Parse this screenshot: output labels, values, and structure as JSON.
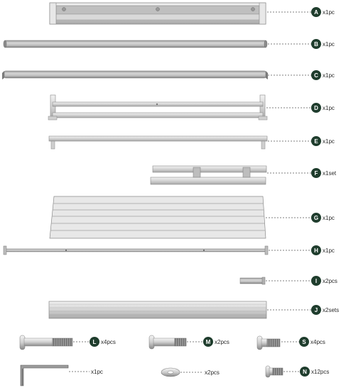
{
  "parts": [
    {
      "id": "A",
      "letter": "A",
      "qty": "x1pc"
    },
    {
      "id": "B",
      "letter": "B",
      "qty": "x1pc"
    },
    {
      "id": "C",
      "letter": "C",
      "qty": "x1pc"
    },
    {
      "id": "D",
      "letter": "D",
      "qty": "x1pc"
    },
    {
      "id": "E",
      "letter": "E",
      "qty": "x1pc"
    },
    {
      "id": "F",
      "letter": "F",
      "qty": "x1set"
    },
    {
      "id": "G",
      "letter": "G",
      "qty": "x1pc"
    },
    {
      "id": "H",
      "letter": "H",
      "qty": "x1pc"
    },
    {
      "id": "I",
      "letter": "I",
      "qty": "x2pcs"
    },
    {
      "id": "J",
      "letter": "J",
      "qty": "x2sets"
    }
  ],
  "hardware": [
    {
      "id": "L",
      "letter": "L",
      "qty": "x4pcs"
    },
    {
      "id": "M",
      "letter": "M",
      "qty": "x2pcs"
    },
    {
      "id": "S",
      "letter": "S",
      "qty": "x4pcs"
    },
    {
      "id": "wrench",
      "letter": "",
      "qty": "x1pc"
    },
    {
      "id": "washer",
      "letter": "",
      "qty": "x2pcs"
    },
    {
      "id": "N",
      "letter": "N",
      "qty": "x12pcs"
    }
  ],
  "colors": {
    "badge": "#1f3d2d",
    "metal_light": "#e4e4e4",
    "metal_mid": "#c9c9c9",
    "metal_dark": "#8f8f8f",
    "thread": "#7a7a7a",
    "dash": "#555555"
  }
}
